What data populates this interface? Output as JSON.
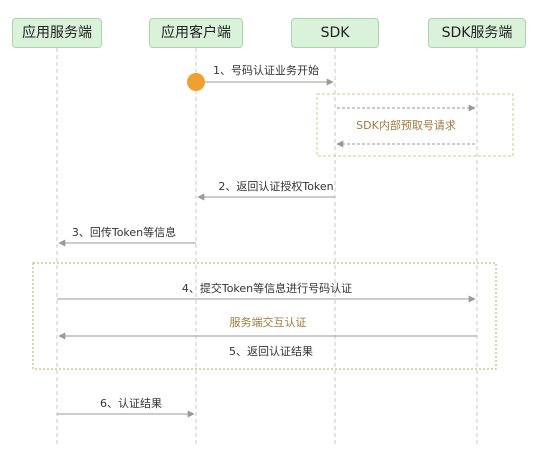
{
  "participants": [
    {
      "id": "app_server",
      "label": "应用服务端"
    },
    {
      "id": "app_client",
      "label": "应用客户端"
    },
    {
      "id": "sdk",
      "label": "SDK"
    },
    {
      "id": "sdk_server",
      "label": "SDK服务端"
    }
  ],
  "messages": {
    "m1": "1、号码认证业务开始",
    "note_prefetch": "SDK内部预取号请求",
    "m2": "2、返回认证授权Token",
    "m3": "3、回传Token等信息",
    "m4": "4、提交Token等信息进行号码认证",
    "note_interact": "服务端交互认证",
    "m5": "5、返回认证结果",
    "m6": "6、认证结果"
  },
  "colors": {
    "participant_fill": "#d9f2d9",
    "participant_border": "#a8d6a8",
    "lifeline": "#c9c9c9",
    "arrow": "#9a9a9a",
    "group_border": "#d6c78a",
    "start_dot": "#f0a030",
    "note_text": "#a07a3c"
  }
}
